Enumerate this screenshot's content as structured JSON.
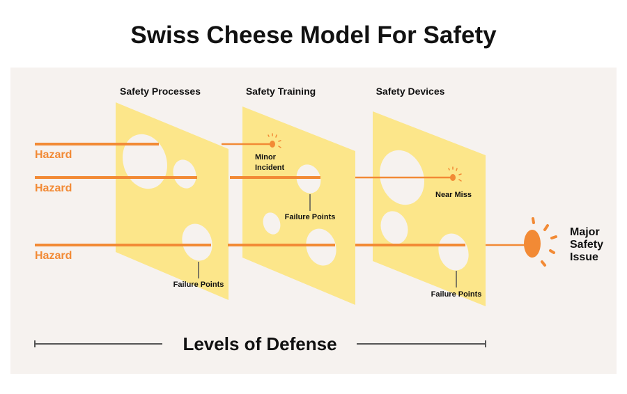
{
  "title": "Swiss Cheese Model For Safety",
  "layers": [
    {
      "label": "Safety Processes"
    },
    {
      "label": "Safety Training"
    },
    {
      "label": "Safety Devices"
    }
  ],
  "hazards": [
    "Hazard",
    "Hazard",
    "Hazard"
  ],
  "annotations": {
    "minor_incident_line1": "Minor",
    "minor_incident_line2": "Incident",
    "near_miss": "Near Miss",
    "failure_points": "Failure Points",
    "major_line1": "Major",
    "major_line2": "Safety",
    "major_line3": "Issue"
  },
  "footer": {
    "label": "Levels of Defense"
  },
  "colors": {
    "orange": "#f28a35",
    "cheese": "#fce68a",
    "background": "#f6f2ef",
    "text": "#111111"
  }
}
